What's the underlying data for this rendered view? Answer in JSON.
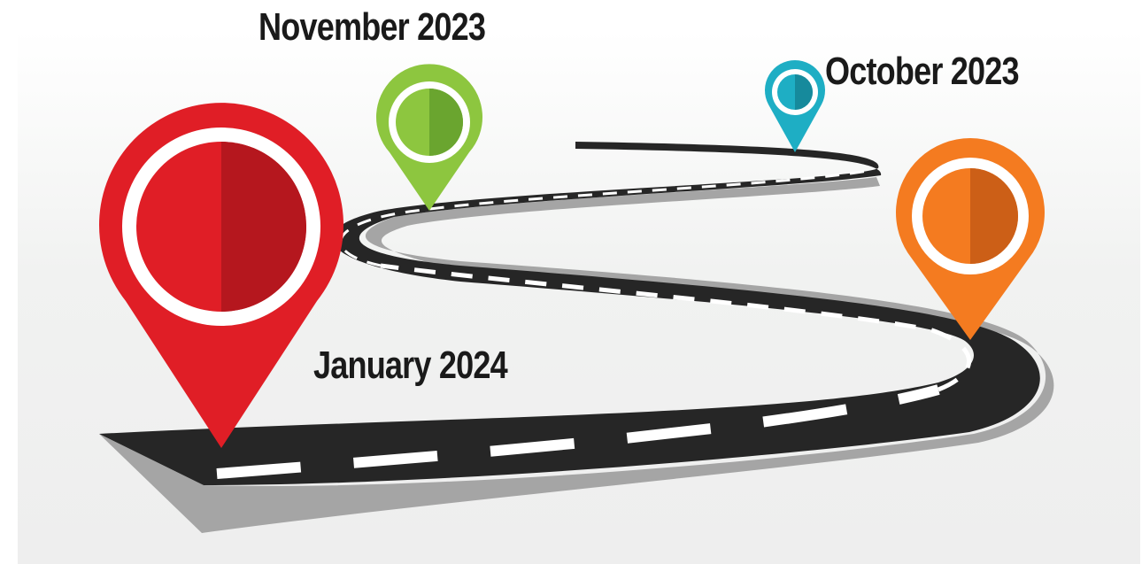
{
  "milestones": [
    {
      "label": "November 2023",
      "color": "#8dc63f",
      "color_dark": "#6aa52f"
    },
    {
      "label": "October 2023",
      "color": "#1eaec4",
      "color_dark": "#168a9c"
    },
    {
      "label": "January 2024",
      "color": "#e01e26",
      "color_dark": "#b5171e"
    },
    {
      "label": "",
      "color": "#f47b20",
      "color_dark": "#cc5f17"
    }
  ],
  "colors": {
    "road": "#262626",
    "road_side": "#a7a7a7",
    "lane_marking": "#ffffff",
    "panel_background": "#f1f1f1"
  },
  "icons": [
    "map-pin-icon"
  ]
}
